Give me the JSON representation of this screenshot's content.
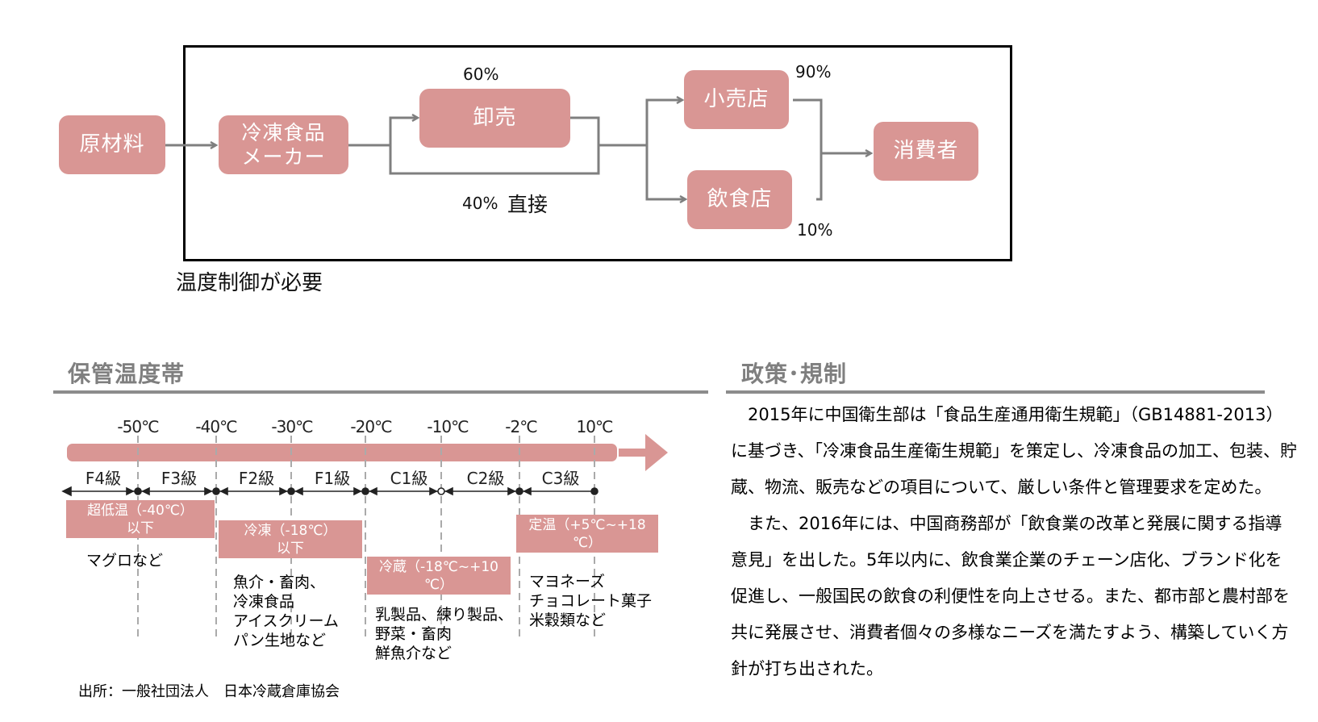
{
  "flow": {
    "raw_material": "原材料",
    "manufacturer": "冷凍食品\nメーカー",
    "wholesale": "卸売",
    "retail": "小売店",
    "restaurant": "飲食店",
    "consumer": "消費者",
    "pct_wholesale": "60%",
    "pct_direct": "40%",
    "direct_label": "直接",
    "pct_retail": "90%",
    "pct_restaurant": "10%",
    "note": "温度制御が必要"
  },
  "storage": {
    "title": "保管温度帯",
    "temps": [
      "-50℃",
      "-40℃",
      "-30℃",
      "-20℃",
      "-10℃",
      "-2℃",
      "10℃"
    ],
    "grades": [
      "F4級",
      "F3級",
      "F2級",
      "F1級",
      "C1級",
      "C2級",
      "C3級"
    ],
    "zones": [
      {
        "label": "超低温（-40℃）\n以下",
        "examples": "マグロなど"
      },
      {
        "label": "冷凍（-18℃）\n以下",
        "examples": "魚介・畜肉、\n冷凍食品\nアイスクリーム\nパン生地など"
      },
      {
        "label": "冷蔵（-18℃~+10\n℃）",
        "examples": "乳製品、練り製品、\n野菜・畜肉\n鮮魚介など"
      },
      {
        "label": "定温（+5℃~+18\n℃）",
        "examples": "マヨネーズ\nチョコレート菓子\n米穀類など"
      }
    ],
    "source": "出所：一般社団法人　日本冷蔵倉庫協会"
  },
  "policy": {
    "title": "政策･規制",
    "paragraphs": [
      "2015年に中国衛生部は「食品生産通用衛生規範」（GB14881-2013）に基づき、「冷凍食品生産衛生規範」を策定し、冷凍食品の加工、包装、貯蔵、物流、販売などの項目について、厳しい条件と管理要求を定めた。",
      "また、2016年には、中国商務部が「飲食業の改革と発展に関する指導意見」を出した。5年以内に、飲食業企業のチェーン店化、ブランド化を促進し、一般国民の飲食の利便性を向上させる。また、都市部と農村部を共に発展させ、消費者個々の多様なニーズを満たすよう、構築していく方針が打ち出された。"
    ]
  },
  "colors": {
    "accent": "#d99694",
    "rule": "#8c8c8c",
    "title_gray": "#7f7f7f"
  }
}
